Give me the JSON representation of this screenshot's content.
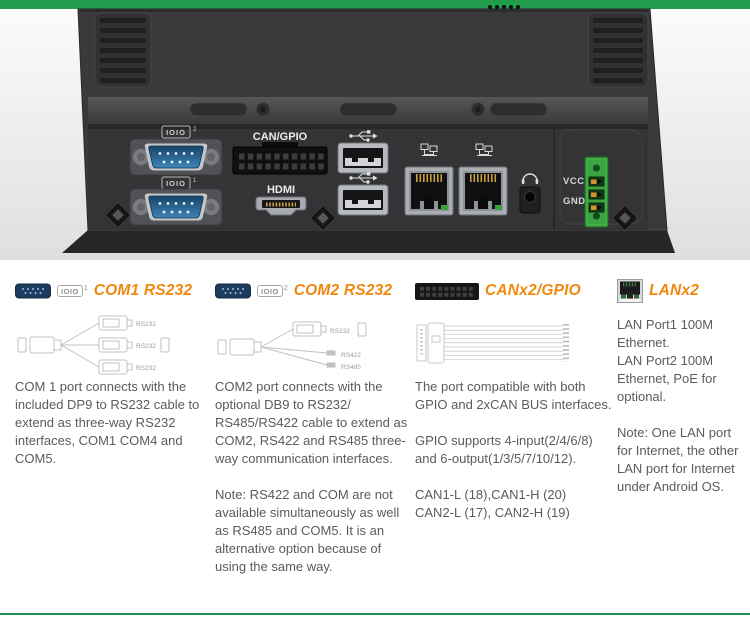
{
  "theme": {
    "top_bar_green": "#209E4E",
    "heading_orange": "#F0880E",
    "body_text_gray": "#5B5B5B",
    "terminal_green": "#3BA540",
    "db9_blue": "#2F7DB5"
  },
  "icons": {
    "ioio_text": "IOIO"
  },
  "device": {
    "can_gpio_label": "CAN/GPIO",
    "hdmi_label": "HDMI",
    "vcc_label": "VCC",
    "gnd_label": "GND",
    "com_top_sup": "2",
    "com_bottom_sup": "1"
  },
  "sections": [
    {
      "title": "COM1 RS232",
      "ioio_sup": "1",
      "diagram_labels": [
        "RS232",
        "RS232",
        "RS232"
      ],
      "paragraphs": [
        "COM 1 port connects with the included DP9 to RS232 cable to extend as three-way RS232 interfaces, COM1 COM4 and COM5."
      ]
    },
    {
      "title": "COM2 RS232",
      "ioio_sup": "2",
      "diagram_labels": [
        "RS232",
        "RS422",
        "RS485"
      ],
      "paragraphs": [
        "COM2 port connects with the optional DB9 to RS232/ RS485/RS422 cable to extend as COM2, RS422 and RS485 three-way communication interfaces.",
        "Note: RS422 and COM are not available simultaneously as well as RS485 and COM5. It is an alternative option because of using the same way."
      ]
    },
    {
      "title": "CANx2/GPIO",
      "paragraphs": [
        "The port compatible with both GPIO and 2xCAN BUS interfaces.",
        "GPIO supports 4-input(2/4/6/8) and 6-output(1/3/5/7/10/12).",
        "CAN1-L (18),CAN1-H (20)\nCAN2-L (17), CAN2-H (19)"
      ]
    },
    {
      "title": "LANx2",
      "paragraphs": [
        "LAN Port1 100M\nEthernet.\nLAN Port2 100M\nEthernet, PoE for\noptional.",
        "Note: One LAN port\nfor Internet, the other\nLAN port for Internet\nunder Android OS."
      ]
    }
  ]
}
